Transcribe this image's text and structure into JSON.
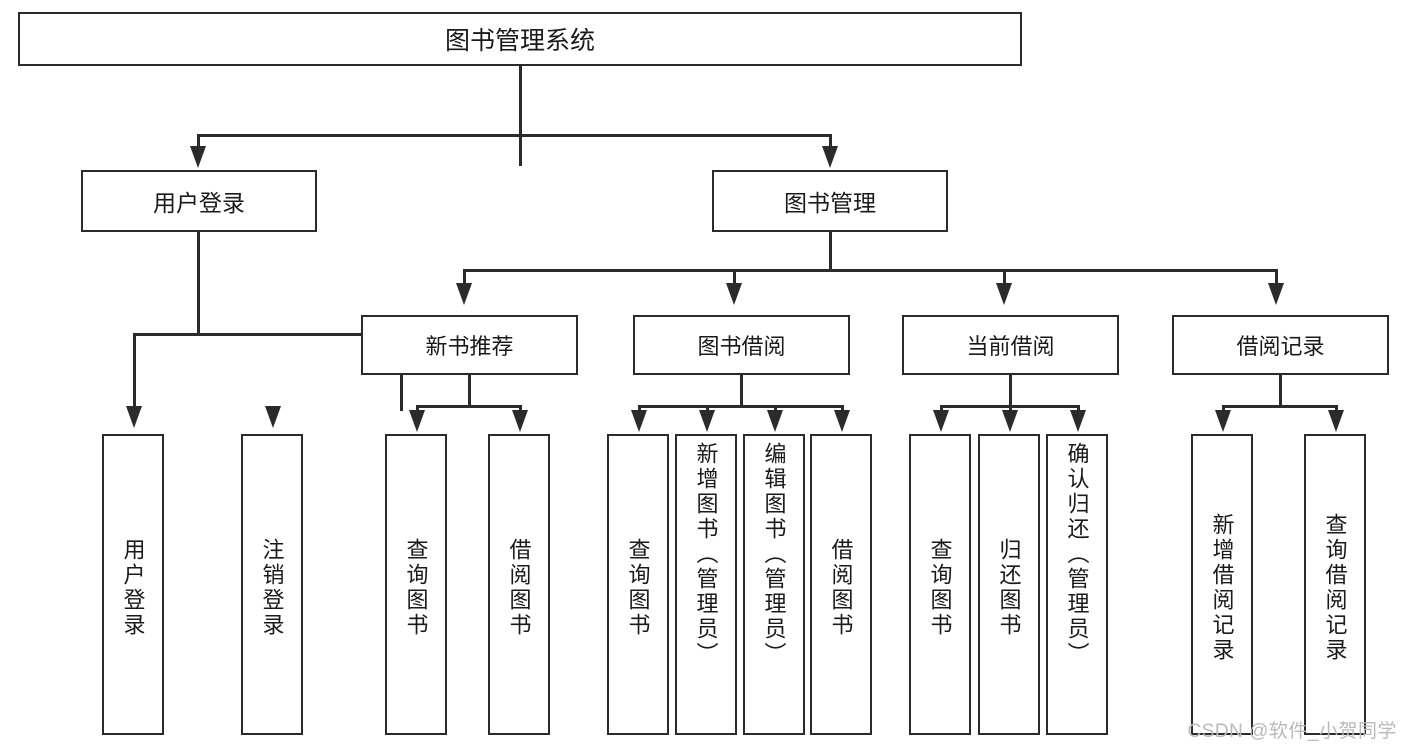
{
  "diagram": {
    "title_node": {
      "label": "图书管理系统"
    },
    "level2": [
      {
        "id": "user-login",
        "label": "用户登录"
      },
      {
        "id": "book-management",
        "label": "图书管理"
      }
    ],
    "level3": [
      {
        "id": "new-book-recommend",
        "label": "新书推荐"
      },
      {
        "id": "book-borrow",
        "label": "图书借阅"
      },
      {
        "id": "current-borrow",
        "label": "当前借阅"
      },
      {
        "id": "borrow-record",
        "label": "借阅记录"
      }
    ],
    "leaves": {
      "user_login": [
        {
          "id": "leaf-user-login",
          "label": "用户登录"
        },
        {
          "id": "leaf-logout-login",
          "label": "注销登录"
        }
      ],
      "new_book_recommend": [
        {
          "id": "leaf-query-book-1",
          "label": "查询图书"
        },
        {
          "id": "leaf-borrow-book-1",
          "label": "借阅图书"
        }
      ],
      "book_borrow": [
        {
          "id": "leaf-query-book-2",
          "label": "查询图书"
        },
        {
          "id": "leaf-add-book",
          "label": "新增图书（管理员）"
        },
        {
          "id": "leaf-edit-book",
          "label": "编辑图书（管理员）"
        },
        {
          "id": "leaf-borrow-book-2",
          "label": "借阅图书"
        }
      ],
      "current_borrow": [
        {
          "id": "leaf-query-book-3",
          "label": "查询图书"
        },
        {
          "id": "leaf-return-book",
          "label": "归还图书"
        },
        {
          "id": "leaf-confirm-return",
          "label": "确认归还（管理员）"
        }
      ],
      "borrow_record": [
        {
          "id": "leaf-add-record",
          "label": "新增借阅记录"
        },
        {
          "id": "leaf-query-record",
          "label": "查询借阅记录"
        }
      ]
    },
    "watermark": {
      "text": "CSDN @软件_小贺同学"
    },
    "colors": {
      "stroke": "#2b2b2b",
      "background": "#ffffff",
      "text": "#1a1a1a",
      "watermark": "#b9b9b9"
    }
  }
}
